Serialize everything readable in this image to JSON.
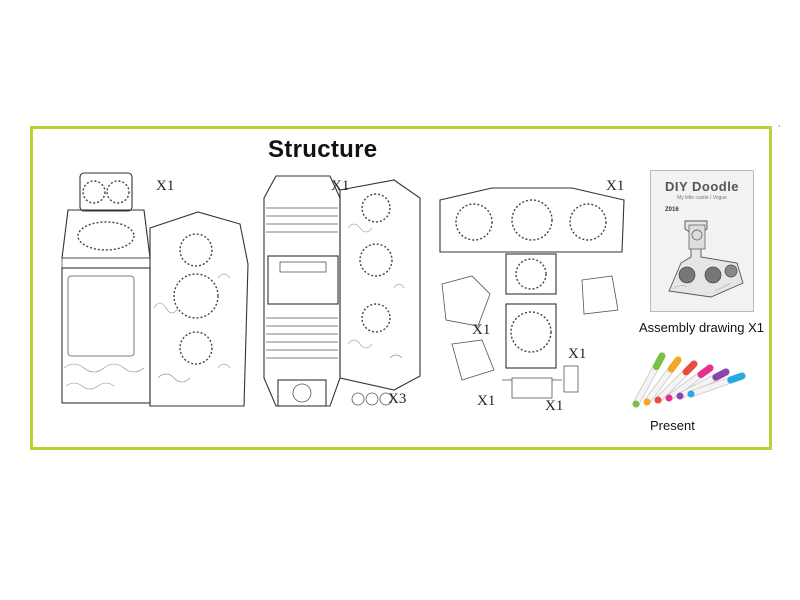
{
  "header": {
    "title": "Structure"
  },
  "sheets": [
    {
      "quantity": "X1"
    },
    {
      "quantity": "X1"
    },
    {
      "quantity": "X1"
    }
  ],
  "part_quantities": {
    "small_pieces_a": "X1",
    "small_pieces_b": "X1",
    "bottom_left": "X1",
    "bottom_right": "X1",
    "circles": "X3"
  },
  "assembly_drawing": {
    "booklet_title": "DIY Doodle",
    "booklet_subtitle": "My little castle / Vogue",
    "booklet_code": "Z016",
    "caption": "Assembly drawing X1"
  },
  "present": {
    "caption": "Present",
    "marker_colors": [
      "#7ac143",
      "#f5a623",
      "#e94e3a",
      "#e62f8f",
      "#8e44ad",
      "#27a9e1"
    ]
  },
  "colors": {
    "frame": "#b4d334"
  },
  "corner_mark": "¸"
}
